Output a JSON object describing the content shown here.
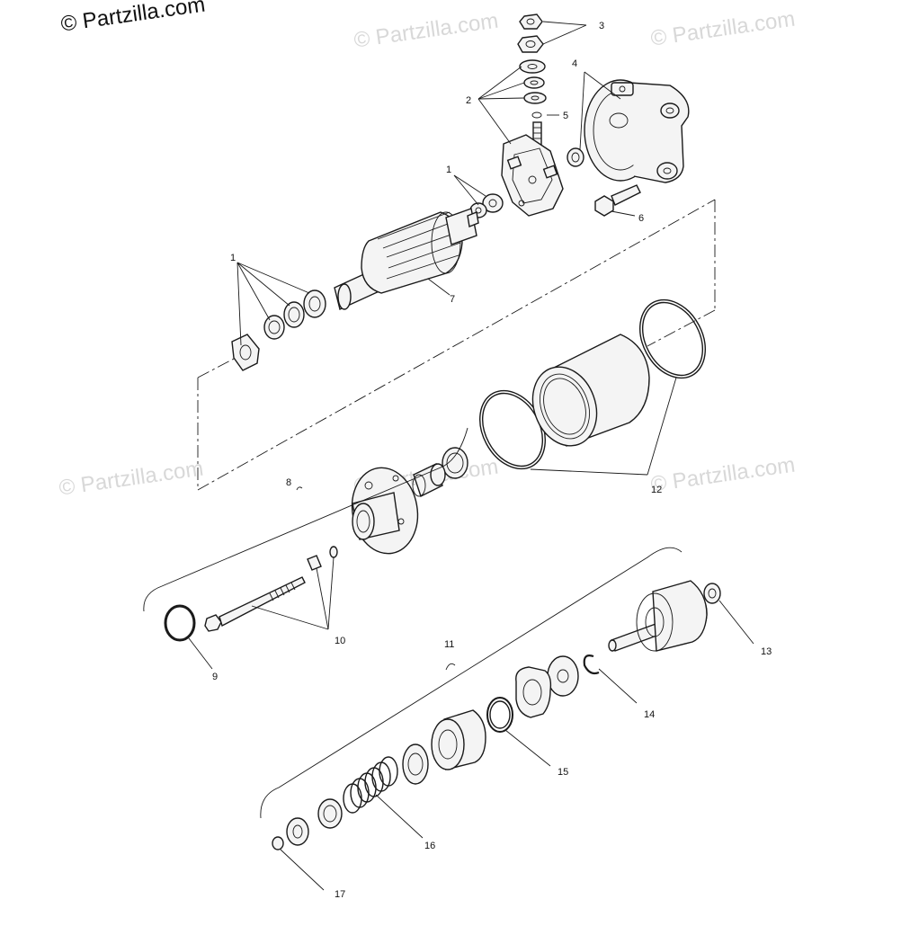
{
  "copyright": "© Partzilla.com",
  "watermark": "© Partzilla.com",
  "callouts": [
    "1",
    "2",
    "3",
    "4",
    "5",
    "6",
    "7",
    "8",
    "9",
    "10",
    "11",
    "12",
    "13",
    "14",
    "15",
    "16",
    "17"
  ]
}
